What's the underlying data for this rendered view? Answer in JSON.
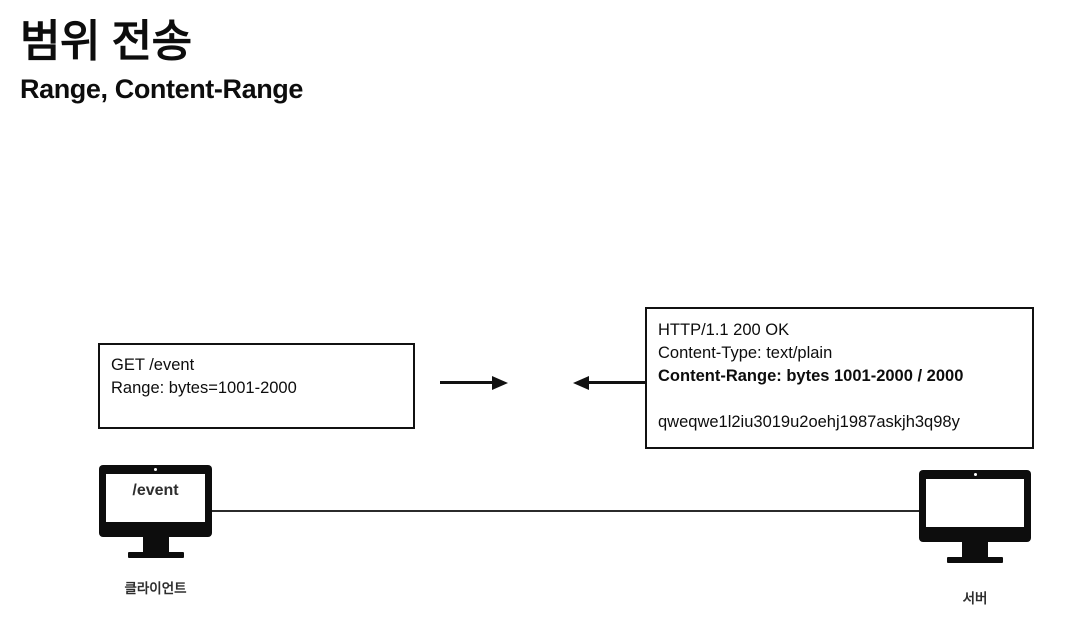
{
  "slide": {
    "title": "범위 전송",
    "subtitle": "Range, Content-Range"
  },
  "request_box": {
    "lines": [
      {
        "text": "GET /event",
        "bold": false
      },
      {
        "text": "Range: bytes=1001-2000",
        "bold": false
      }
    ]
  },
  "response_box": {
    "lines": [
      {
        "text": "HTTP/1.1 200 OK",
        "bold": false
      },
      {
        "text": "Content-Type: text/plain",
        "bold": false
      },
      {
        "text": "Content-Range: bytes 1001-2000 / 2000",
        "bold": true
      },
      {
        "text": "qweqwe1l2iu3019u2oehj1987askjh3q98y",
        "bold": false
      }
    ]
  },
  "arrows": {
    "request_direction": "right-arrow-icon",
    "response_direction": "left-arrow-icon"
  },
  "client": {
    "screen_text": "/event",
    "label": "클라이언트"
  },
  "server": {
    "screen_text": "",
    "label": "서버"
  },
  "colors": {
    "ink": "#111111",
    "background": "#ffffff",
    "label_gray": "#2e2e2e"
  }
}
